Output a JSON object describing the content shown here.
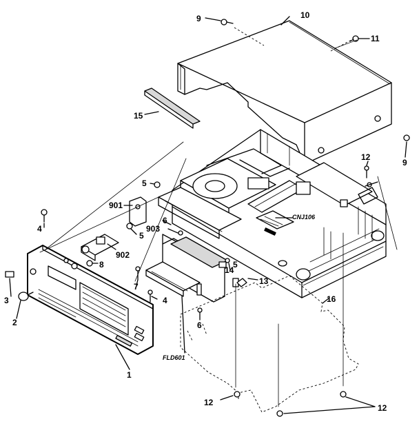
{
  "labels": {
    "p1": "1",
    "p2": "2",
    "p3": "3",
    "p4a": "4",
    "p4b": "4",
    "p5a": "5",
    "p5b": "5",
    "p5c": "5",
    "p6a": "6",
    "p6b": "6",
    "p7": "7",
    "p8": "8",
    "p9a": "9",
    "p9b": "9",
    "p10": "10",
    "p11": "11",
    "p12a": "12",
    "p12b": "12",
    "p12c": "12",
    "p13": "13",
    "p14": "14",
    "p15": "15",
    "p16": "16",
    "p901": "901",
    "p902": "902",
    "p903": "903",
    "fld601": "FLD601",
    "cnj106": "CNJ106"
  }
}
